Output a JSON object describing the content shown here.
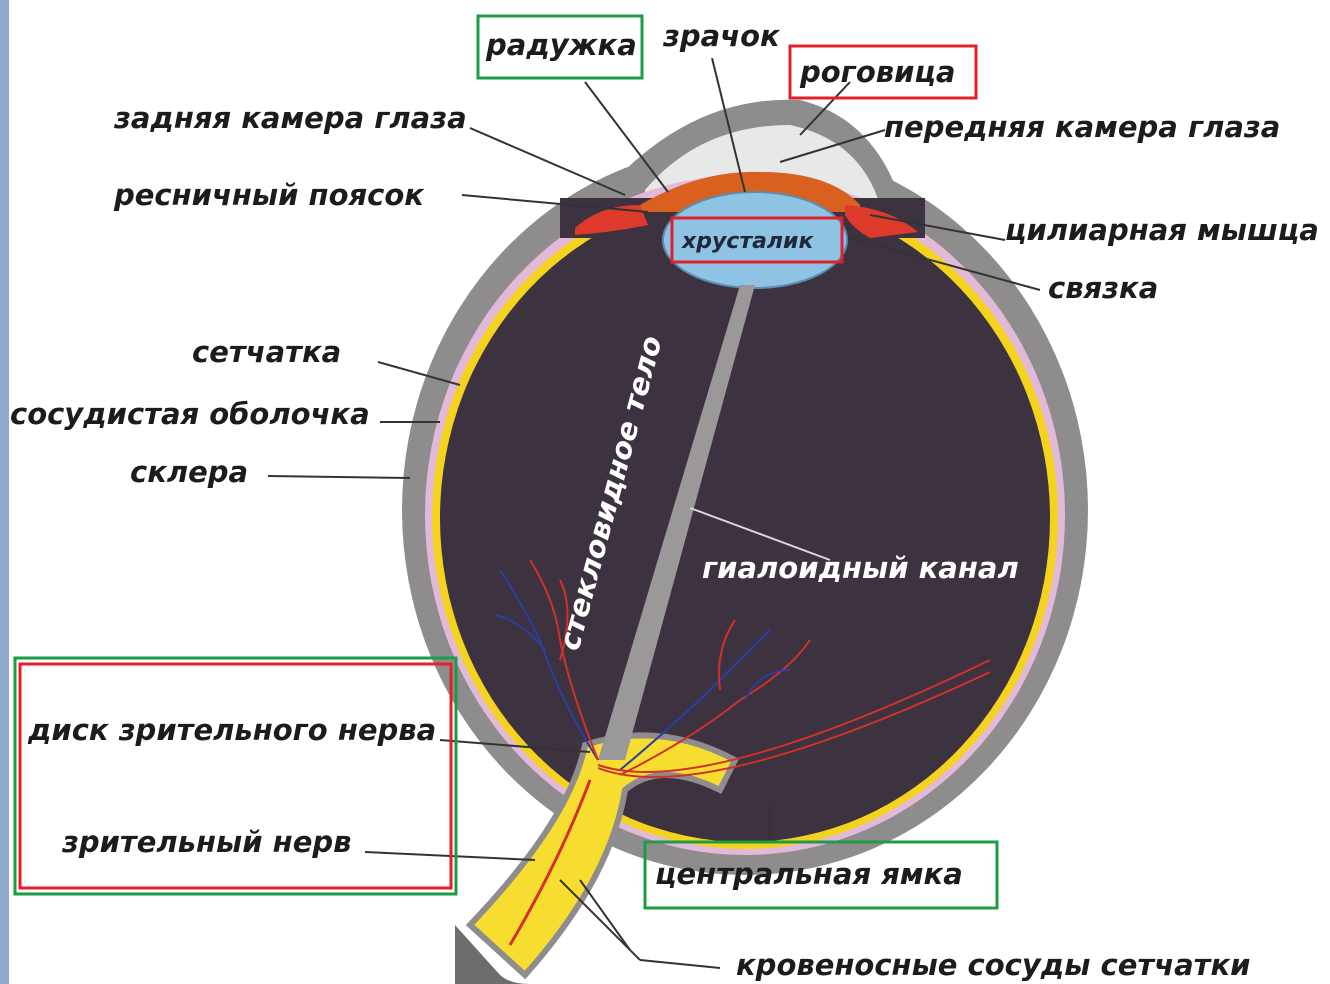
{
  "labels": {
    "raduzhka": "радужка",
    "zrachok": "зрачок",
    "rogovitsa": "роговица",
    "zadnyaya_kamera": "задняя камера глаза",
    "perednyaya_kamera": "передняя камера глаза",
    "resnichny_poyasok": "ресничный поясок",
    "tsiliarnaya_myshtsa": "цилиарная мышца",
    "khrustalik": "хрусталик",
    "svyazka": "связка",
    "setchatka": "сетчатка",
    "sosudistaya": "сосудистая оболочка",
    "sklera": "склера",
    "steklovidnoe": "стекловидное тело",
    "gialoidny": "гиалоидный канал",
    "disk_nerva": "диск зрительного нерва",
    "zritelny_nerv": "зрительный нерв",
    "tsentralnaya_yamka": "центральная ямка",
    "krovenosnye": "кровеносные сосуды сетчатки"
  },
  "colors": {
    "sclera": "#8e8c8c",
    "choroid": "#e2b9d8",
    "retina": "#f3d31d",
    "vitreous": "#3d3240",
    "iris": "#d9601f",
    "ciliary": "#de3a2c",
    "lens": "#8fc3e4",
    "nerve": "#f6dd2f",
    "highlight_red": "#e3202a",
    "highlight_green": "#1f9a45"
  }
}
